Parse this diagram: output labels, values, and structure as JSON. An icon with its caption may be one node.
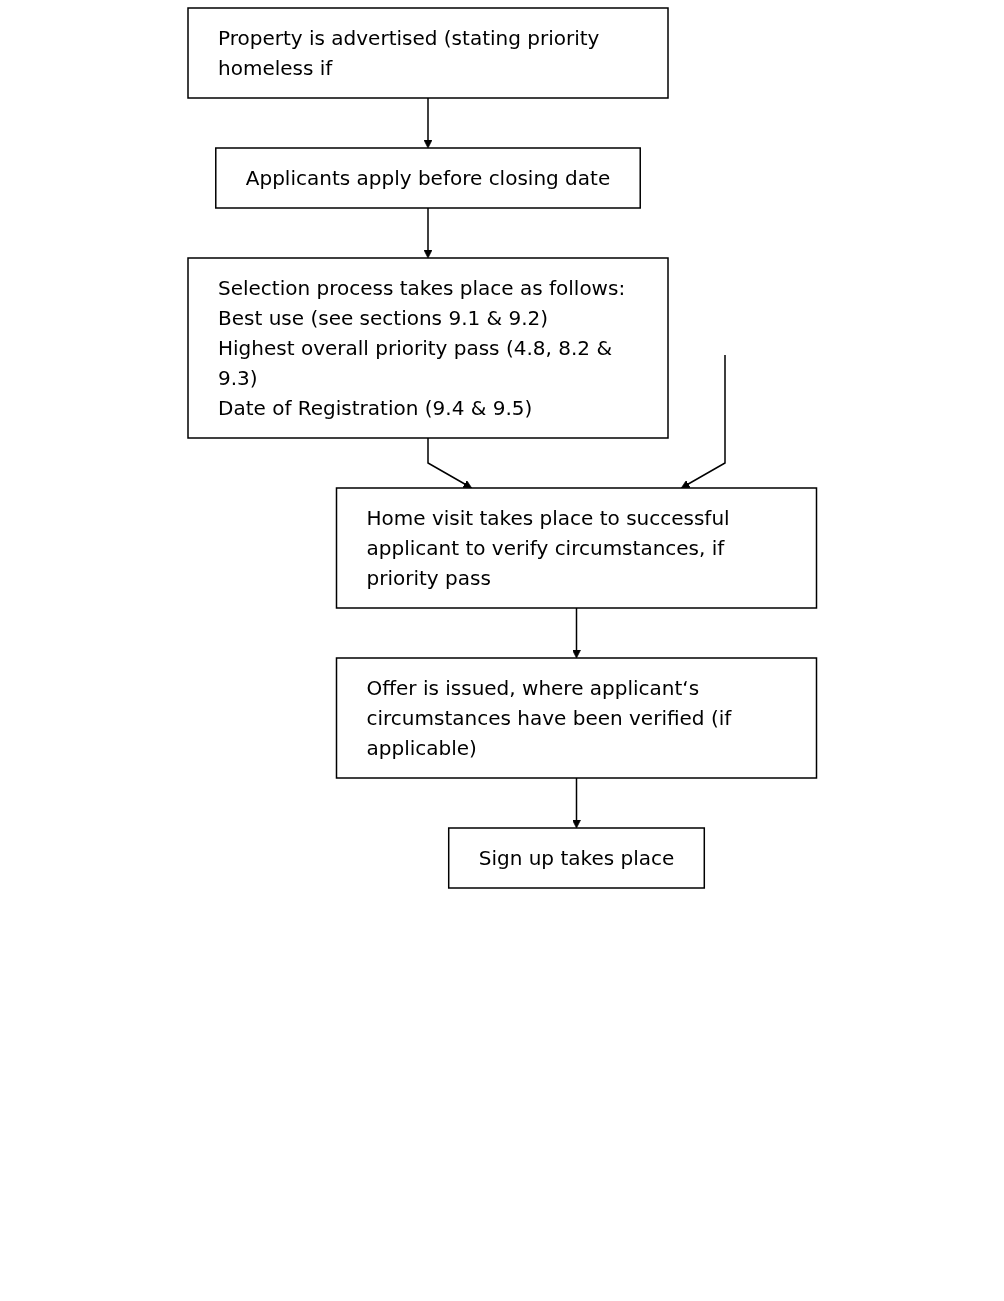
{
  "diagram": {
    "nodes": [
      {
        "text": [
          "Property is advertised (stating priority homeless if"
        ]
      },
      {
        "text": [
          "Applicants apply before closing date"
        ]
      },
      {
        "text": [
          "Selection process takes place as follows:",
          "Best use (see sections 9.1 & 9.2)",
          "Highest overall priority pass (4.8, 8.2 & 9.3)",
          "Date of Registration (9.4 & 9.5)"
        ]
      },
      {
        "text": [
          "Home visit takes place to successful applicant to verify circumstances, if priority pass"
        ]
      },
      {
        "text": [
          "Offer is issued, where applicant‘s circumstances have been verified (if applicable)"
        ]
      },
      {
        "text": [
          "Sign up takes place"
        ]
      }
    ],
    "edges": [
      {
        "from": 0,
        "to": 1,
        "arrow": "to"
      },
      {
        "from": 1,
        "to": 2,
        "arrow": "to"
      },
      {
        "from": 2,
        "to": 3,
        "arrow": "to"
      },
      {
        "from": null,
        "to": 3,
        "arrow": "to"
      },
      {
        "from": 3,
        "to": 4,
        "arrow": "to"
      },
      {
        "from": 4,
        "to": 5,
        "arrow": "to"
      }
    ]
  }
}
